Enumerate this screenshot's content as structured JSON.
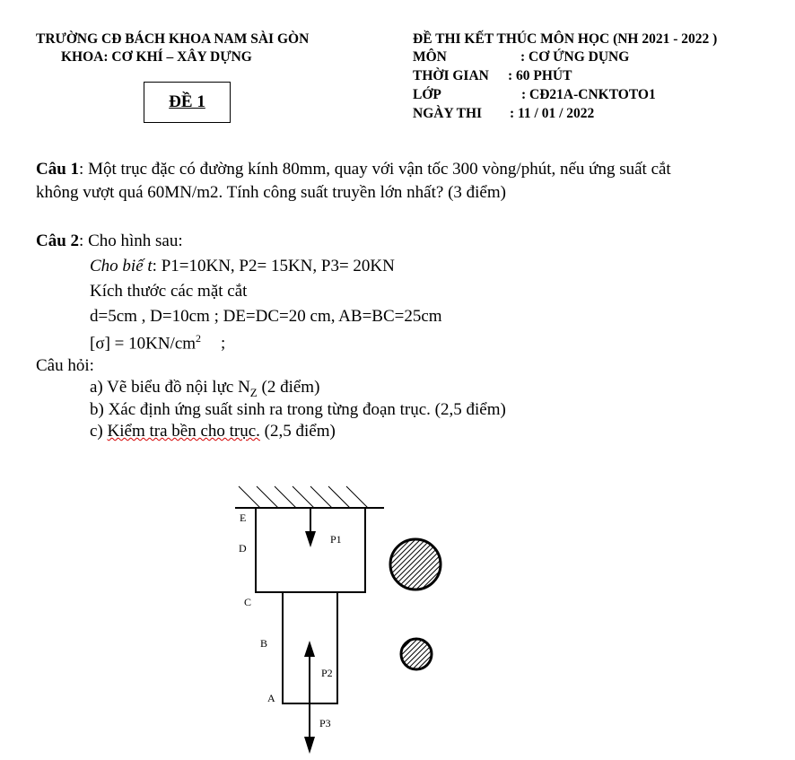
{
  "header": {
    "school": "TRƯỜNG CĐ BÁCH KHOA NAM SÀI GÒN",
    "faculty": "KHOA: CƠ KHÍ – XÂY DỰNG",
    "exam_code": "ĐỀ 1",
    "exam_title": "ĐỀ THI KẾT THÚC MÔN HỌC (NH 2021 - 2022 )",
    "fields": [
      {
        "label": "MÔN",
        "value": ": CƠ ỨNG DỤNG"
      },
      {
        "label": "THỜI GIAN",
        "value": ": 60  PHÚT"
      },
      {
        "label": "LỚP",
        "value": ": CĐ21A-CNKTOTO1"
      },
      {
        "label": "NGÀY THI",
        "value": ": 11  /  01  / 2022"
      }
    ]
  },
  "q1": {
    "label": "Câu 1",
    "line1": ": Một trục đặc có đường kính 80mm, quay với vận tốc 300 vòng/phút, nếu ứng suất cắt",
    "line2": "không vượt quá 60MN/m2. Tính công suất truyền lớn nhất? (3 điểm)"
  },
  "q2": {
    "label": "Câu 2",
    "intro": ": Cho hình sau:",
    "given_label": "Cho biế t",
    "given_value": ": P1=10KN, P2= 15KN, P3= 20KN",
    "dims_title": "Kích thước các mặt cắt",
    "dims": " d=5cm , D=10cm    ; DE=DC=20 cm, AB=BC=25cm",
    "stress_left": "[σ] = 10KN/cm",
    "stress_sup": "2",
    "stress_right": ";",
    "questions_label": "Câu hỏi:",
    "qa_prefix": "a) Vẽ biểu đồ nội lực N",
    "qa_sub": "Z",
    "qa_suffix": " (2 điểm)",
    "qb": "b) Xác định ứng suất sinh ra trong từng đoạn trục. (2,5 điểm)",
    "qc_prefix": "c) ",
    "qc_underlined": "Kiểm tra bền cho trục.",
    "qc_suffix": " (2,5 điểm)"
  },
  "figure": {
    "points": [
      "E",
      "D",
      "C",
      "B",
      "A"
    ],
    "forces": [
      "P1",
      "P2",
      "P3"
    ]
  }
}
